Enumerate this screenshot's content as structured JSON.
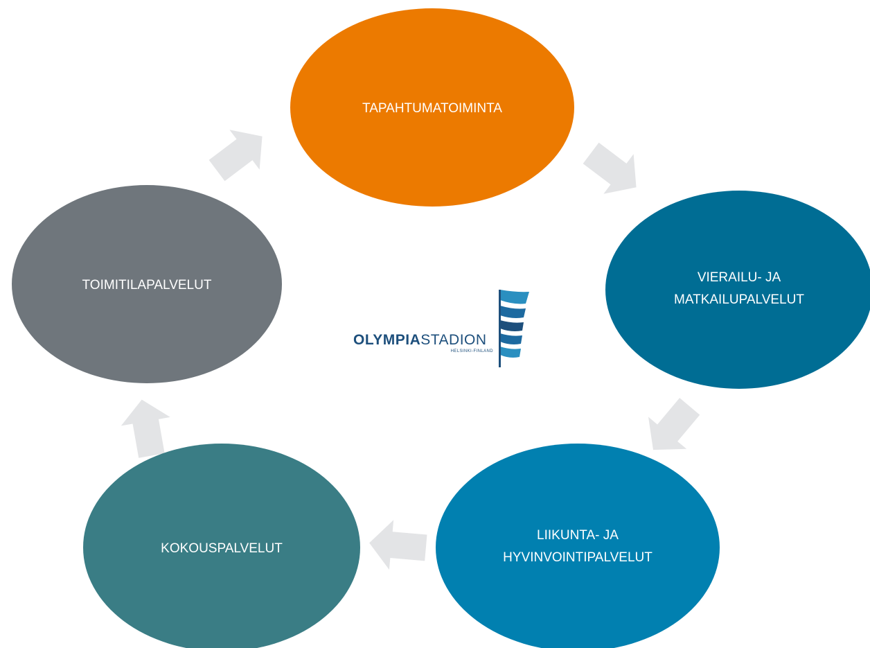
{
  "nodes": [
    {
      "id": "tapahtumatoiminta",
      "lines": [
        "TAPAHTUMATOIMINTA"
      ],
      "color": "#ec7a00"
    },
    {
      "id": "vierailu",
      "lines": [
        "VIERAILU- JA",
        "MATKAILUPALVELUT"
      ],
      "color": "#006d94"
    },
    {
      "id": "liikunta",
      "lines": [
        "LIIKUNTA- JA",
        "HYVINVOINTIPALVELUT"
      ],
      "color": "#0180b0"
    },
    {
      "id": "kokous",
      "lines": [
        "KOKOUSPALVELUT"
      ],
      "color": "#3a7d85"
    },
    {
      "id": "toimitila",
      "lines": [
        "TOIMITILAPALVELUT"
      ],
      "color": "#6f767c"
    }
  ],
  "logo": {
    "word_bold": "OLYMPIA",
    "word_light": "STADION",
    "subtitle": "HELSINKI-FINLAND",
    "color": "#1d4f7c",
    "accent": "#2a8fc0"
  },
  "arrow_color": "#e3e4e6"
}
